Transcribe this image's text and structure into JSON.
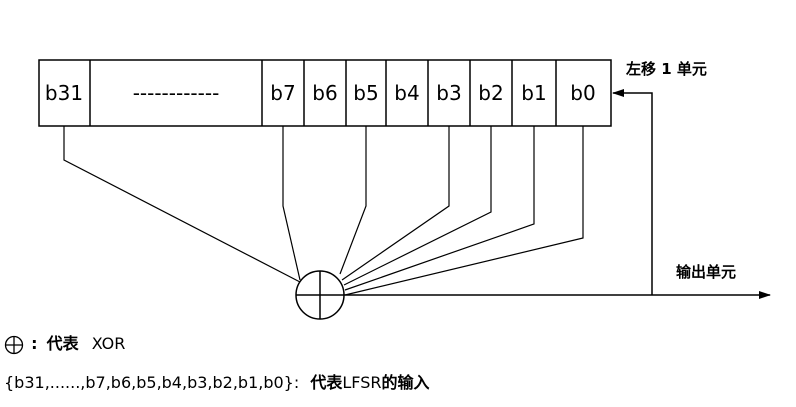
{
  "register": {
    "cells": [
      "b31",
      "------------",
      "b7",
      "b6",
      "b5",
      "b4",
      "b3",
      "b2",
      "b1",
      "b0"
    ],
    "shift_label": "左移 1 单元",
    "output_label": "输出单元"
  },
  "legend": {
    "xor_separator": ":",
    "xor_cn": "代表",
    "xor_en": "XOR",
    "lfsr_set": "{b31,......,b7,b6,b5,b4,b3,b2,b1,b0}:",
    "lfsr_desc_1": "代表",
    "lfsr_desc_2": "LFSR",
    "lfsr_desc_3": "的输入"
  }
}
